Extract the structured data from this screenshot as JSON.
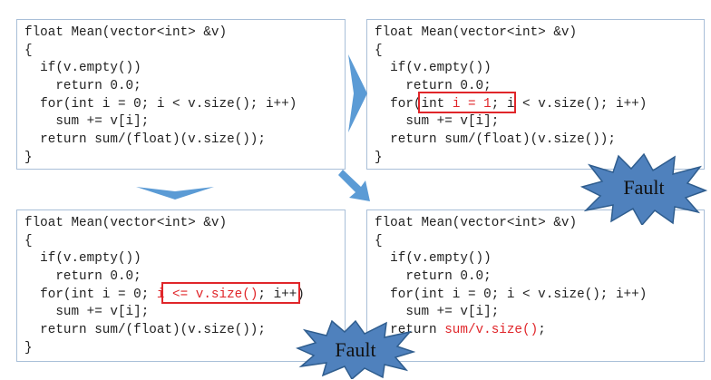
{
  "panels": {
    "top_left": {
      "lines": [
        "float Mean(vector<int> &v)",
        "{",
        "  if(v.empty())",
        "    return 0.0;",
        "  for(int i = 0; i < v.size(); i++)",
        "    sum += v[i];",
        "  return sum/(float)(v.size());",
        "}"
      ]
    },
    "top_right": {
      "line0": "float Mean(vector<int> &v)",
      "line1": "{",
      "line2": "  if(v.empty())",
      "line3": "    return 0.0;",
      "line4_pre": "  for(",
      "line4_mid_a": "int ",
      "line4_red": "i = 1",
      "line4_post": "; i < v.size(); i++)",
      "line5": "    sum += v[i];",
      "line6": "  return sum/(float)(v.size());",
      "line7": "}"
    },
    "bottom_left": {
      "line0": "float Mean(vector<int> &v)",
      "line1": "{",
      "line2": "  if(v.empty())",
      "line3": "    return 0.0;",
      "line4_pre": "  for(int i = 0; ",
      "line4_red": "i <= v.size()",
      "line4_post": "; i++)",
      "line5": "    sum += v[i];",
      "line6": "  return sum/(float)(v.size());",
      "line7": "}"
    },
    "bottom_right": {
      "line0": "float Mean(vector<int> &v)",
      "line1": "{",
      "line2": "  if(v.empty())",
      "line3": "    return 0.0;",
      "line4": "  for(int i = 0; i < v.size(); i++)",
      "line5": "    sum += v[i];",
      "line6_pre": "  return ",
      "line6_red": "sum/v.size()",
      "line6_post": ";",
      "line7": "}"
    }
  },
  "fault_label": "Fault",
  "colors": {
    "border": "#a9bfd8",
    "arrow": "#5b9bd5",
    "fault_fill": "#4f81bd",
    "error": "#e0262a"
  }
}
